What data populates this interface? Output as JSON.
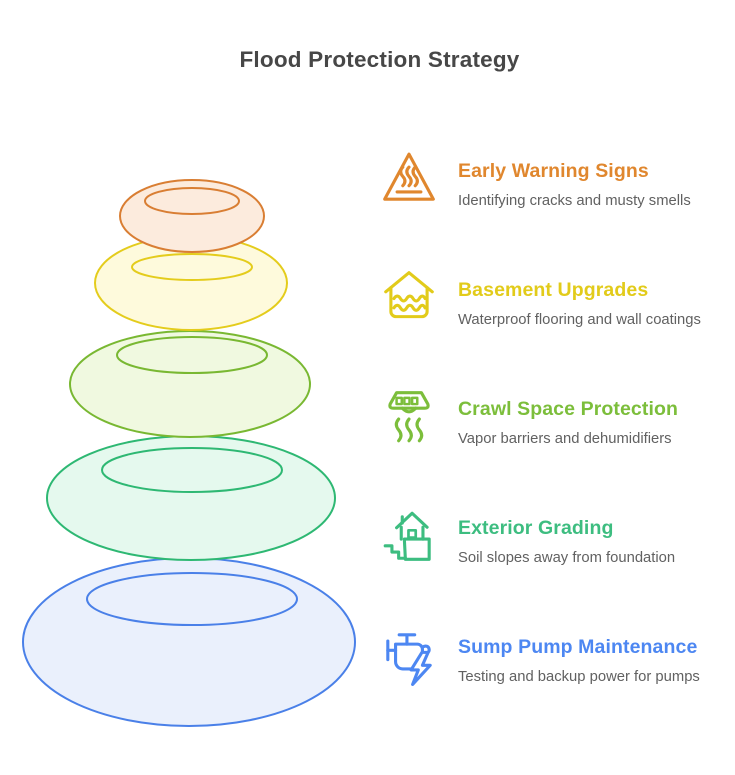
{
  "title": "Flood Protection Strategy",
  "text_colors": {
    "title": "#474747",
    "description": "#616161"
  },
  "items": [
    {
      "heading": "Early Warning Signs",
      "description": "Identifying cracks and musty smells",
      "color": "#E0872E",
      "icon": "hot-surface-warning-icon"
    },
    {
      "heading": "Basement Upgrades",
      "description": "Waterproof flooring and wall coatings",
      "color": "#E2CB1A",
      "icon": "flooded-house-icon"
    },
    {
      "heading": "Crawl Space Protection",
      "description": "Vapor barriers and dehumidifiers",
      "color": "#7CBE3B",
      "icon": "vapor-detector-icon"
    },
    {
      "heading": "Exterior Grading",
      "description": "Soil slopes away from foundation",
      "color": "#3DBD80",
      "icon": "house-on-slope-icon"
    },
    {
      "heading": "Sump Pump Maintenance",
      "description": "Testing and backup power for pumps",
      "color": "#4D87F2",
      "icon": "sump-pump-icon"
    }
  ],
  "pyramid": {
    "levels": [
      {
        "name": "early-warning-signs",
        "stroke": "#D97E33",
        "fill": "#FCEBDD"
      },
      {
        "name": "basement-upgrades",
        "stroke": "#E4CC1C",
        "fill": "#FEFADC"
      },
      {
        "name": "crawl-space-protection",
        "stroke": "#79B832",
        "fill": "#F0F9E0"
      },
      {
        "name": "exterior-grading",
        "stroke": "#2EB873",
        "fill": "#E5F9EE"
      },
      {
        "name": "sump-pump-maintenance",
        "stroke": "#4A80E8",
        "fill": "#EAF0FC"
      }
    ]
  }
}
